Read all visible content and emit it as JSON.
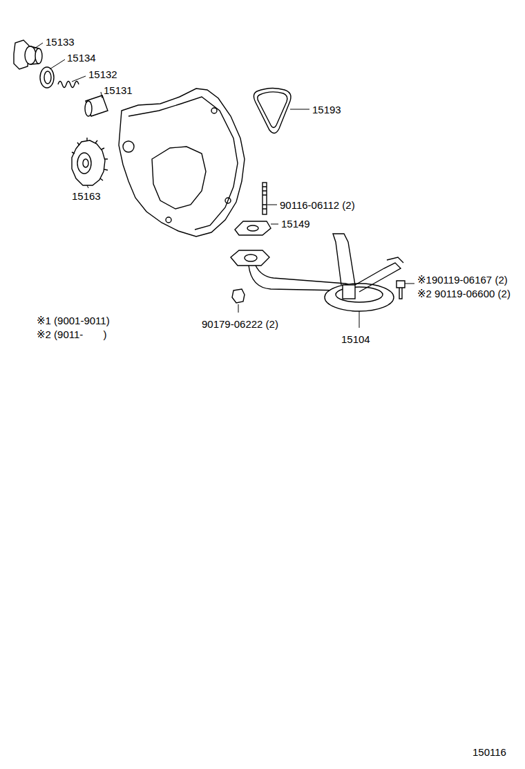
{
  "diagram": {
    "labels": [
      "15133",
      "15134",
      "15132",
      "15131",
      "15193",
      "15163",
      "90116-06112 (2)",
      "15149",
      "※1 (9001-9011)",
      "※2 (9011-       )",
      "90179-06222 (2)",
      "※190119-06167 (2)",
      "※2 90119-06600 (2)",
      "15104",
      "150116"
    ]
  }
}
